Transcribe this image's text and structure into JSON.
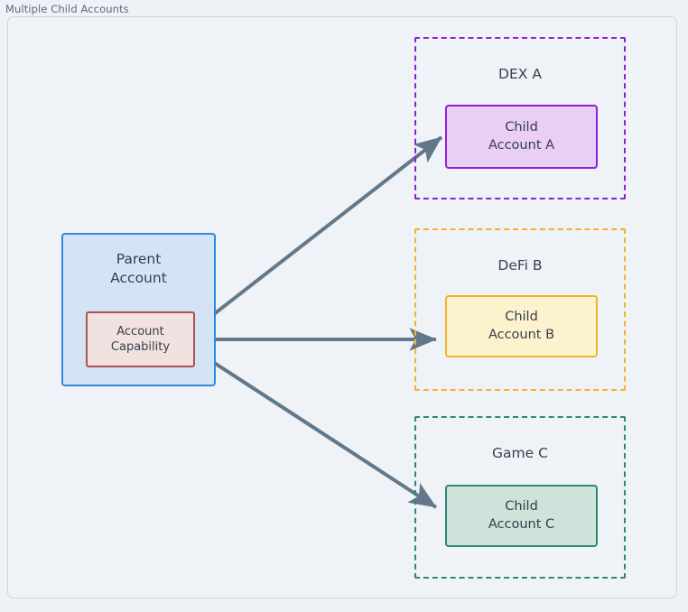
{
  "frame": {
    "title": "Multiple Child Accounts"
  },
  "colors": {
    "background": "#eef1f5",
    "canvas": "#eff2f6",
    "canvas_border": "#ccd6e0",
    "arrow": "#62788a",
    "text": "#36404b",
    "title_text": "#5a6b7c",
    "parent_fill": "#d4e4f7",
    "parent_border": "#2f8ae0",
    "capability_fill": "#f2e1e1",
    "capability_border": "#b15252",
    "dex_a": "#8e21d6",
    "dex_a_fill": "#e9cef5",
    "defi_b": "#f0b429",
    "defi_b_fill": "#fdf2ce",
    "game_c": "#2c8a71",
    "game_c_fill": "#cfe3da"
  },
  "parent": {
    "label_line1": "Parent",
    "label_line2": "Account",
    "capability_line1": "Account",
    "capability_line2": "Capability"
  },
  "groups": [
    {
      "id": "dex-a",
      "title": "DEX A",
      "child_line1": "Child",
      "child_line2": "Account A"
    },
    {
      "id": "defi-b",
      "title": "DeFi B",
      "child_line1": "Child",
      "child_line2": "Account B"
    },
    {
      "id": "game-c",
      "title": "Game C",
      "child_line1": "Child",
      "child_line2": "Account C"
    }
  ],
  "arrows": [
    {
      "id": "capability-to-child-a",
      "from": "account-capability",
      "to": "child-account-a"
    },
    {
      "id": "capability-to-child-b",
      "from": "account-capability",
      "to": "child-account-b"
    },
    {
      "id": "capability-to-child-c",
      "from": "account-capability",
      "to": "child-account-c"
    }
  ]
}
